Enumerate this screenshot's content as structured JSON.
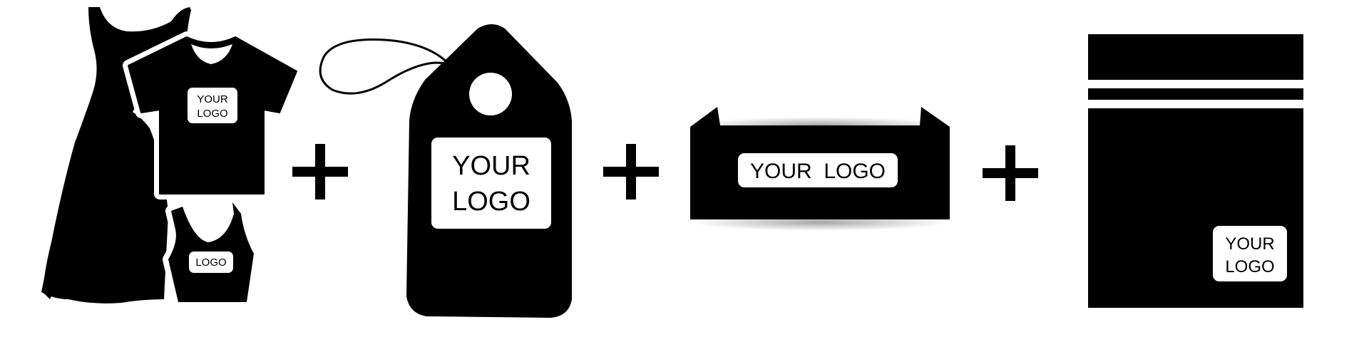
{
  "colors": {
    "ink": "#000000",
    "paper": "#ffffff"
  },
  "icons": [
    "dress-icon",
    "tshirt-icon",
    "tank-top-icon",
    "hang-tag-icon",
    "box-tray-icon",
    "bag-icon",
    "plus-icon"
  ],
  "separator": "+",
  "labels": {
    "tshirt": [
      "YOUR",
      "LOGO"
    ],
    "tank": "LOGO",
    "tag": [
      "YOUR",
      "LOGO"
    ],
    "box": "YOUR  LOGO",
    "bag": [
      "YOUR",
      "LOGO"
    ]
  }
}
